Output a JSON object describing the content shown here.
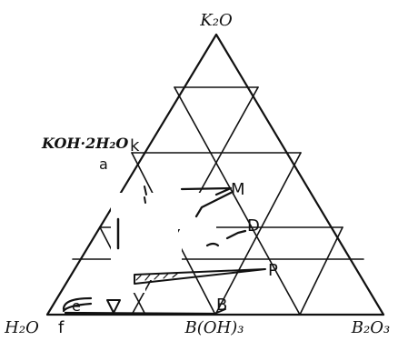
{
  "vertices": {
    "top": "K₂O",
    "left": "H₂O",
    "right": "B₂O₃"
  },
  "edge_labels": {
    "koh": "KOH·2H₂O",
    "boh": "B(OH)₃"
  },
  "points": {
    "k": "k",
    "a": "a",
    "M": "M",
    "D": "D",
    "P": "P",
    "B": "B",
    "e": "e",
    "f": "f"
  }
}
